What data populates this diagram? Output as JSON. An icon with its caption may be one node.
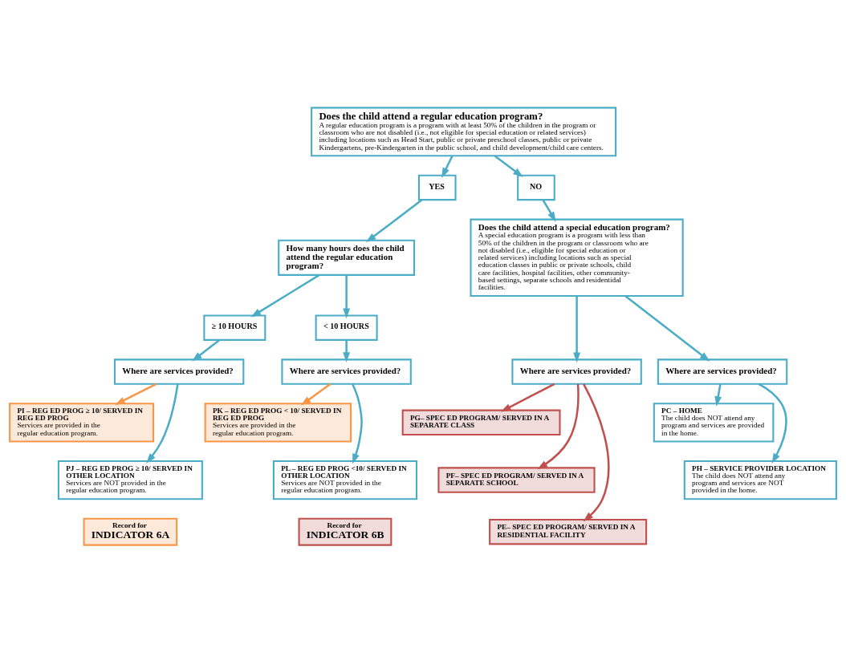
{
  "diagram": {
    "nodes": [
      {
        "text": [
          "Does the child attend a regular education program?",
          "A regular education program is a program with at least 50% of the children in the program or classroom who are not disabled (i.e., not eligible for special education or related services) including locations such as Head Start, public or private preschool classes, public or private Kindergartens, pre-Kindergarten in the public school, and child development/child care centers."
        ]
      },
      {
        "text": [
          "YES"
        ]
      },
      {
        "text": [
          "NO"
        ]
      },
      {
        "text": [
          "How many hours does the child attend the regular education program?"
        ]
      },
      {
        "text": [
          "≥ 10 HOURS"
        ]
      },
      {
        "text": [
          "< 10 HOURS"
        ]
      },
      {
        "text": [
          "Where are services provided?"
        ]
      },
      {
        "text": [
          "Where are services provided?"
        ]
      },
      {
        "text": [
          "Does the child attend a special education program?",
          "A special education program is a program with less than 50% of the children in the program or classroom who are not disabled (i.e., eligible for special education or related services) including locations such as special education classes in public or private schools, child care facilities, hospital facilities, other community-based settings, separate schools and residentidal facilities."
        ]
      },
      {
        "text": [
          "PI – REG ED PROG ≥ 10/ SERVED IN REG ED PROG",
          "Services are provided in the regular education program."
        ]
      },
      {
        "text": [
          "PJ – REG ED PROG ≥ 10/ SERVED IN OTHER LOCATION",
          "Services are NOT provided in the regular education program."
        ]
      },
      {
        "text": [
          "PK – REG ED PROG < 10/ SERVED IN REG ED PROG",
          "Services are provided in the regular education program."
        ]
      },
      {
        "text": [
          "PL – REG ED PROG <10/ SERVED IN OTHER LOCATION",
          "Services are NOT provided in the regular education program."
        ]
      },
      {
        "text": [
          "Where are services provided?"
        ]
      },
      {
        "text": [
          "Where are services provided?"
        ]
      },
      {
        "text": [
          "PG– SPEC ED PROGRAM/ SERVED IN A SEPARATE CLASS"
        ]
      },
      {
        "text": [
          "PF– SPEC ED PROGRAM/ SERVED IN A SEPARATE SCHOOL"
        ]
      },
      {
        "text": [
          "PE– SPEC ED PROGRAM/ SERVED IN A RESIDENTIAL FACILITY"
        ]
      },
      {
        "text": [
          "PC – HOME",
          "The child does NOT attend any program and services are provided in the home."
        ]
      },
      {
        "text": [
          "PH – SERVICE PROVIDER LOCATION",
          "The child does NOT attend any program and services are NOT provided in the home."
        ]
      },
      {
        "text": [
          "Record for",
          "INDICATOR 6A"
        ]
      },
      {
        "text": [
          "Record for",
          "INDICATOR 6B"
        ]
      }
    ],
    "edges": [
      {
        "from": 0,
        "to": 1,
        "arrow": "to"
      },
      {
        "from": 0,
        "to": 2,
        "arrow": "to"
      },
      {
        "from": 1,
        "to": 3,
        "arrow": "to"
      },
      {
        "from": 2,
        "to": 8,
        "arrow": "to"
      },
      {
        "from": 3,
        "to": 4,
        "arrow": "to"
      },
      {
        "from": 3,
        "to": 5,
        "arrow": "to"
      },
      {
        "from": 4,
        "to": 6,
        "arrow": "to"
      },
      {
        "from": 5,
        "to": 7,
        "arrow": "to"
      },
      {
        "from": 6,
        "to": 9,
        "arrow": "to",
        "color": "#f79646"
      },
      {
        "from": 6,
        "to": 10,
        "arrow": "to"
      },
      {
        "from": 7,
        "to": 11,
        "arrow": "to",
        "color": "#f79646"
      },
      {
        "from": 7,
        "to": 12,
        "arrow": "to"
      },
      {
        "from": 8,
        "to": 13,
        "arrow": "to"
      },
      {
        "from": 8,
        "to": 14,
        "arrow": "to"
      },
      {
        "from": 13,
        "to": 15,
        "arrow": "to",
        "color": "#c0504d"
      },
      {
        "from": 13,
        "to": 16,
        "arrow": "to",
        "color": "#c0504d"
      },
      {
        "from": 13,
        "to": 17,
        "arrow": "to",
        "color": "#c0504d"
      },
      {
        "from": 14,
        "to": 18,
        "arrow": "to"
      },
      {
        "from": 14,
        "to": 19,
        "arrow": "to"
      }
    ]
  }
}
